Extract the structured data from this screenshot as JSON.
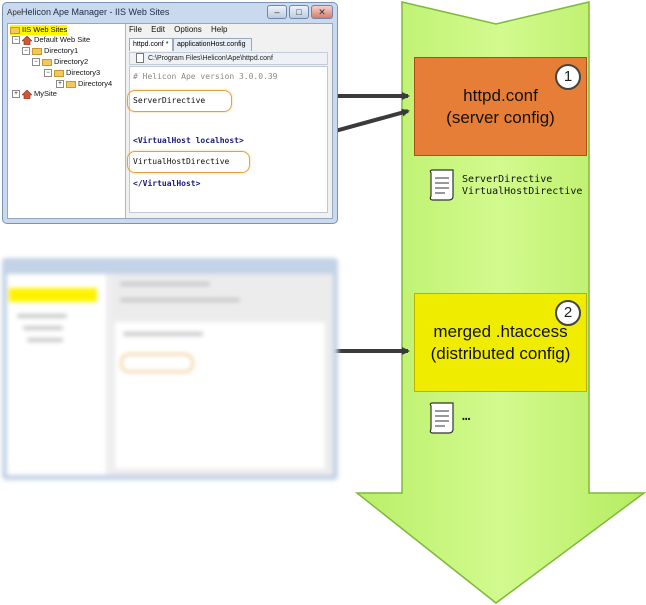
{
  "window1": {
    "title": "Helicon Ape Manager - IIS Web Sites",
    "app_icon": "Ape",
    "tree": [
      {
        "label": "IIS Web Sites",
        "selected": true
      },
      {
        "label": "Default Web Site"
      },
      {
        "label": "Directory1"
      },
      {
        "label": "Directory2"
      },
      {
        "label": "Directory3"
      },
      {
        "label": "Directory4"
      },
      {
        "label": "MySite"
      }
    ],
    "menu": [
      "File",
      "Edit",
      "Options",
      "Help"
    ],
    "tabs": [
      "httpd.conf *",
      "applicationHost.config"
    ],
    "path": "C:\\Program Files\\Helicon\\Ape\\httpd.conf",
    "code": {
      "comment": "# Helicon Ape version 3.0.0.39",
      "line_server": "ServerDirective",
      "vhost_open": "<VirtualHost localhost>",
      "line_vhost": "VirtualHostDirective",
      "vhost_close": "</VirtualHost>"
    }
  },
  "box1": {
    "number": "1",
    "line1": "httpd.conf",
    "line2": "(server config)",
    "color": "#e67e37"
  },
  "box2": {
    "number": "2",
    "line1": "merged .htaccess",
    "line2": "(distributed config)",
    "color": "#f0ec00"
  },
  "doc1": {
    "line1": "ServerDirective",
    "line2": "VirtualHostDirective"
  },
  "doc2": {
    "text": "…"
  },
  "colors": {
    "arrow_fill": "#c6f57a",
    "arrow_stroke": "#7fb93a",
    "highlight": "#fff600",
    "connector": "#3a3a3a"
  }
}
